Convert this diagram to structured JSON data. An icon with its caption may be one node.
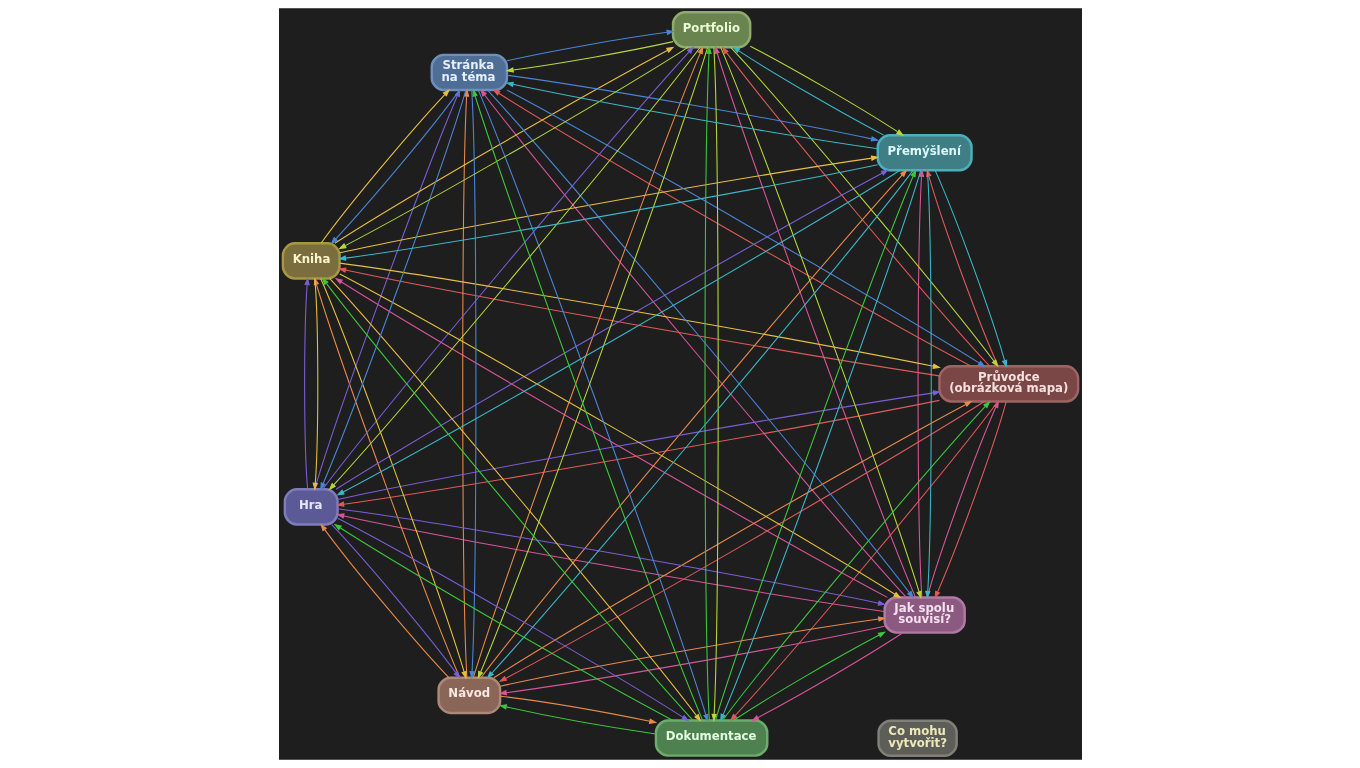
{
  "diagram": {
    "nodes": [
      {
        "text": [
          "Jak spolu souvisí?"
        ]
      },
      {
        "text": [
          "Průvodce (obrázková mapa)"
        ]
      },
      {
        "text": [
          "Návod"
        ]
      },
      {
        "text": [
          "Hra"
        ]
      },
      {
        "text": [
          "Co mohu vytvořit?"
        ]
      },
      {
        "text": [
          "Kniha"
        ]
      },
      {
        "text": [
          "Stránka na téma"
        ]
      },
      {
        "text": [
          "Portfolio"
        ]
      },
      {
        "text": [
          "Přemýšlení"
        ]
      },
      {
        "text": [
          "Dokumentace"
        ]
      }
    ],
    "edges": [
      {
        "from": 0,
        "to": 1,
        "arrow": "to",
        "color": "#d9559a"
      },
      {
        "from": 0,
        "to": 2,
        "arrow": "to",
        "color": "#d9559a"
      },
      {
        "from": 0,
        "to": 5,
        "arrow": "to",
        "color": "#d9559a"
      },
      {
        "from": 0,
        "to": 7,
        "arrow": "to",
        "color": "#d9559a"
      },
      {
        "from": 0,
        "to": 9,
        "arrow": "to",
        "color": "#d9559a"
      },
      {
        "from": 0,
        "to": 8,
        "arrow": "to",
        "color": "#d9559a"
      },
      {
        "from": 0,
        "to": 6,
        "arrow": "to",
        "color": "#d9559a"
      },
      {
        "from": 0,
        "to": 3,
        "arrow": "to",
        "color": "#d9559a"
      },
      {
        "from": 1,
        "to": 0,
        "arrow": "to",
        "color": "#e05a5a"
      },
      {
        "from": 1,
        "to": 2,
        "arrow": "to",
        "color": "#e05a5a"
      },
      {
        "from": 1,
        "to": 5,
        "arrow": "to",
        "color": "#e05a5a"
      },
      {
        "from": 1,
        "to": 7,
        "arrow": "to",
        "color": "#e05a5a"
      },
      {
        "from": 1,
        "to": 9,
        "arrow": "to",
        "color": "#e05a5a"
      },
      {
        "from": 1,
        "to": 8,
        "arrow": "to",
        "color": "#e05a5a"
      },
      {
        "from": 1,
        "to": 6,
        "arrow": "to",
        "color": "#e05a5a"
      },
      {
        "from": 1,
        "to": 3,
        "arrow": "to",
        "color": "#e05a5a"
      },
      {
        "from": 2,
        "to": 0,
        "arrow": "to",
        "color": "#e88a4a"
      },
      {
        "from": 2,
        "to": 1,
        "arrow": "to",
        "color": "#e88a4a"
      },
      {
        "from": 2,
        "to": 5,
        "arrow": "to",
        "color": "#e88a4a"
      },
      {
        "from": 2,
        "to": 7,
        "arrow": "to",
        "color": "#e88a4a"
      },
      {
        "from": 2,
        "to": 9,
        "arrow": "to",
        "color": "#e88a4a"
      },
      {
        "from": 2,
        "to": 8,
        "arrow": "to",
        "color": "#e88a4a"
      },
      {
        "from": 2,
        "to": 6,
        "arrow": "to",
        "color": "#e88a4a"
      },
      {
        "from": 2,
        "to": 3,
        "arrow": "to",
        "color": "#e88a4a"
      },
      {
        "from": 5,
        "to": 0,
        "arrow": "to",
        "color": "#e8c040"
      },
      {
        "from": 5,
        "to": 1,
        "arrow": "to",
        "color": "#e8c040"
      },
      {
        "from": 5,
        "to": 2,
        "arrow": "to",
        "color": "#e8c040"
      },
      {
        "from": 5,
        "to": 7,
        "arrow": "to",
        "color": "#e8c040"
      },
      {
        "from": 5,
        "to": 9,
        "arrow": "to",
        "color": "#e8c040"
      },
      {
        "from": 5,
        "to": 8,
        "arrow": "to",
        "color": "#e8c040"
      },
      {
        "from": 5,
        "to": 6,
        "arrow": "to",
        "color": "#e8c040"
      },
      {
        "from": 5,
        "to": 3,
        "arrow": "to",
        "color": "#e8c040"
      },
      {
        "from": 7,
        "to": 0,
        "arrow": "to",
        "color": "#b8d83a"
      },
      {
        "from": 7,
        "to": 1,
        "arrow": "to",
        "color": "#b8d83a"
      },
      {
        "from": 7,
        "to": 2,
        "arrow": "to",
        "color": "#b8d83a"
      },
      {
        "from": 7,
        "to": 5,
        "arrow": "to",
        "color": "#b8d83a"
      },
      {
        "from": 7,
        "to": 9,
        "arrow": "to",
        "color": "#b8d83a"
      },
      {
        "from": 7,
        "to": 8,
        "arrow": "to",
        "color": "#b8d83a"
      },
      {
        "from": 7,
        "to": 6,
        "arrow": "to",
        "color": "#b8d83a"
      },
      {
        "from": 7,
        "to": 3,
        "arrow": "to",
        "color": "#b8d83a"
      },
      {
        "from": 9,
        "to": 0,
        "arrow": "to",
        "color": "#3cc83c"
      },
      {
        "from": 9,
        "to": 1,
        "arrow": "to",
        "color": "#3cc83c"
      },
      {
        "from": 9,
        "to": 2,
        "arrow": "to",
        "color": "#3cc83c"
      },
      {
        "from": 9,
        "to": 5,
        "arrow": "to",
        "color": "#3cc83c"
      },
      {
        "from": 9,
        "to": 7,
        "arrow": "to",
        "color": "#3cc83c"
      },
      {
        "from": 9,
        "to": 8,
        "arrow": "to",
        "color": "#3cc83c"
      },
      {
        "from": 9,
        "to": 6,
        "arrow": "to",
        "color": "#3cc83c"
      },
      {
        "from": 9,
        "to": 3,
        "arrow": "to",
        "color": "#3cc83c"
      },
      {
        "from": 8,
        "to": 0,
        "arrow": "to",
        "color": "#3ab8c8"
      },
      {
        "from": 8,
        "to": 1,
        "arrow": "to",
        "color": "#3ab8c8"
      },
      {
        "from": 8,
        "to": 2,
        "arrow": "to",
        "color": "#3ab8c8"
      },
      {
        "from": 8,
        "to": 5,
        "arrow": "to",
        "color": "#3ab8c8"
      },
      {
        "from": 8,
        "to": 7,
        "arrow": "to",
        "color": "#3ab8c8"
      },
      {
        "from": 8,
        "to": 9,
        "arrow": "to",
        "color": "#3ab8c8"
      },
      {
        "from": 8,
        "to": 6,
        "arrow": "to",
        "color": "#3ab8c8"
      },
      {
        "from": 8,
        "to": 3,
        "arrow": "to",
        "color": "#3ab8c8"
      },
      {
        "from": 6,
        "to": 0,
        "arrow": "to",
        "color": "#4a86d8"
      },
      {
        "from": 6,
        "to": 1,
        "arrow": "to",
        "color": "#4a86d8"
      },
      {
        "from": 6,
        "to": 2,
        "arrow": "to",
        "color": "#4a86d8"
      },
      {
        "from": 6,
        "to": 5,
        "arrow": "to",
        "color": "#4a86d8"
      },
      {
        "from": 6,
        "to": 7,
        "arrow": "to",
        "color": "#4a86d8"
      },
      {
        "from": 6,
        "to": 9,
        "arrow": "to",
        "color": "#4a86d8"
      },
      {
        "from": 6,
        "to": 8,
        "arrow": "to",
        "color": "#4a86d8"
      },
      {
        "from": 6,
        "to": 3,
        "arrow": "to",
        "color": "#4a86d8"
      },
      {
        "from": 3,
        "to": 0,
        "arrow": "to",
        "color": "#7a5fd6"
      },
      {
        "from": 3,
        "to": 1,
        "arrow": "to",
        "color": "#7a5fd6"
      },
      {
        "from": 3,
        "to": 2,
        "arrow": "to",
        "color": "#7a5fd6"
      },
      {
        "from": 3,
        "to": 5,
        "arrow": "to",
        "color": "#7a5fd6"
      },
      {
        "from": 3,
        "to": 7,
        "arrow": "to",
        "color": "#7a5fd6"
      },
      {
        "from": 3,
        "to": 9,
        "arrow": "to",
        "color": "#7a5fd6"
      },
      {
        "from": 3,
        "to": 8,
        "arrow": "to",
        "color": "#7a5fd6"
      },
      {
        "from": 3,
        "to": 6,
        "arrow": "to",
        "color": "#7a5fd6"
      }
    ]
  }
}
